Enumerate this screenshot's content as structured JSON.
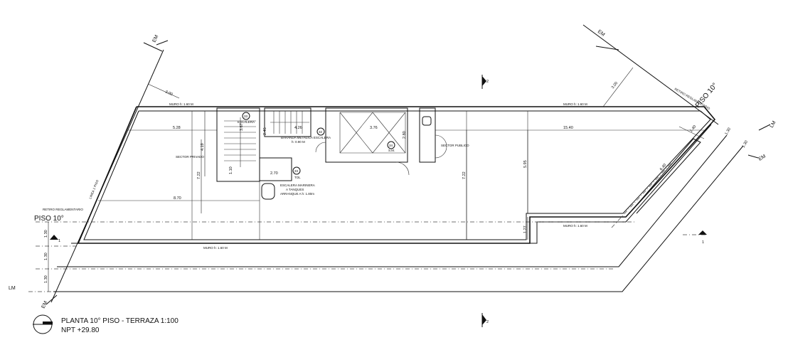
{
  "title_block": {
    "plan_title": "PLANTA 10° PISO - TERRAZA 1:100",
    "npt": "NPT +29.80"
  },
  "line_labels": {
    "em_top_left": "EM",
    "em_top_right": "EM",
    "em_right": "EM",
    "em_bottom_left": "EM",
    "lm_left": "LM",
    "lm_right": "LM",
    "piso_left": "PISO 10°",
    "piso_right": "PISO 10°",
    "retiro_left": "RETIRO REGLAMENTARIO",
    "retiro_right": "RETIRO REGLAMENTARIO",
    "linea_rotated": "LINEA 1 PISO"
  },
  "sections": {
    "marker_2": "2",
    "marker_1": "1"
  },
  "dimensions": {
    "d_300_left": "3.00",
    "d_300_right": "3.00",
    "d_528": "5.28",
    "d_419": "4.19",
    "d_722_left": "7.22",
    "d_870": "8.70",
    "d_110": "1.10",
    "d_245": "2.45",
    "d_426": "4.26",
    "d_270": "2.70",
    "d_376": "3.76",
    "d_280": "2.80",
    "d_722_mid": "7.22",
    "d_595": "5.95",
    "d_1540": "15.40",
    "d_127": "1.27",
    "d_130_a": "1.30",
    "d_130_b": "1.30",
    "d_130_c": "1.30",
    "d_130_r1": "1.30",
    "d_130_r2": "1.30",
    "d_140": "1.40",
    "d_640": "6.40",
    "d_367": "3.67"
  },
  "notes": {
    "muro_top": "MURO h: 1.60 M",
    "muro_top_right": "MURO h: 1.60 M",
    "muro_bottom": "MURO h: 1.60 M",
    "muro_right_low": "MURO h: 1.60 M",
    "sector_privado": "SECTOR PRIVADO",
    "sector_publico": "SECTOR PUBLICO",
    "escalera": "ESCALERA",
    "baranda": "BARANDA METALICA ESCALERA",
    "baranda_h": "h: 0.90 M",
    "escalera_marinera": "ESCALERA MARINERA",
    "a_tanques": "A TANQUES",
    "arranque": "ARRANQUE A h: 1.80m",
    "tol": "TOL",
    "sum": "S.M."
  },
  "tags": {
    "tag_33": "33",
    "tag_32": "32",
    "tag_33b": "33",
    "tag_34": "34"
  }
}
